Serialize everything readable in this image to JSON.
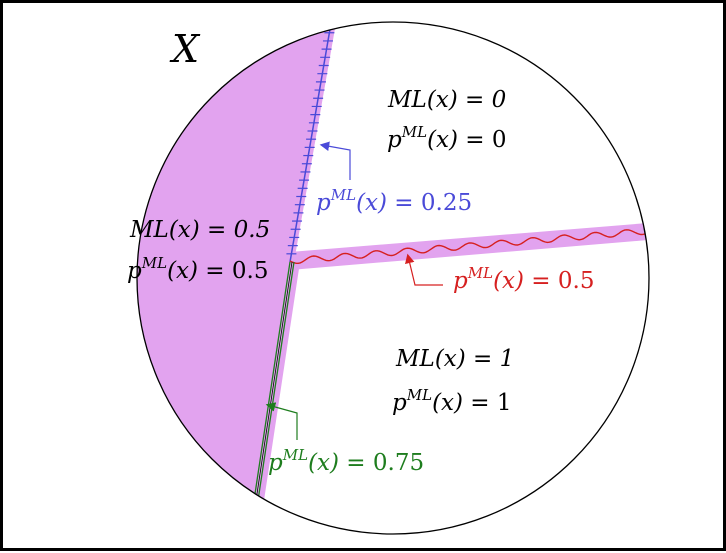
{
  "space_symbol": "X",
  "colors": {
    "frame": "#000000",
    "shade": "#e2a3ef",
    "blue": "#4a4ad8",
    "red": "#d62020",
    "green": "#1e7d1e",
    "text": "#000000"
  },
  "regions": {
    "top_right": {
      "ml": "ML(x) = 0",
      "p_ml": "= 0"
    },
    "left": {
      "ml": "ML(x) = 0.5",
      "p_ml": "= 0.5"
    },
    "bottom_right": {
      "ml": "ML(x) = 1",
      "p_ml": "= 1"
    }
  },
  "boundaries": {
    "blue": {
      "p_ml": "= 0.25"
    },
    "red": {
      "p_ml": "= 0.5"
    },
    "green": {
      "p_ml": "= 0.75"
    }
  },
  "notation": {
    "p": "p",
    "sup": "ML",
    "arg": "(x) "
  }
}
